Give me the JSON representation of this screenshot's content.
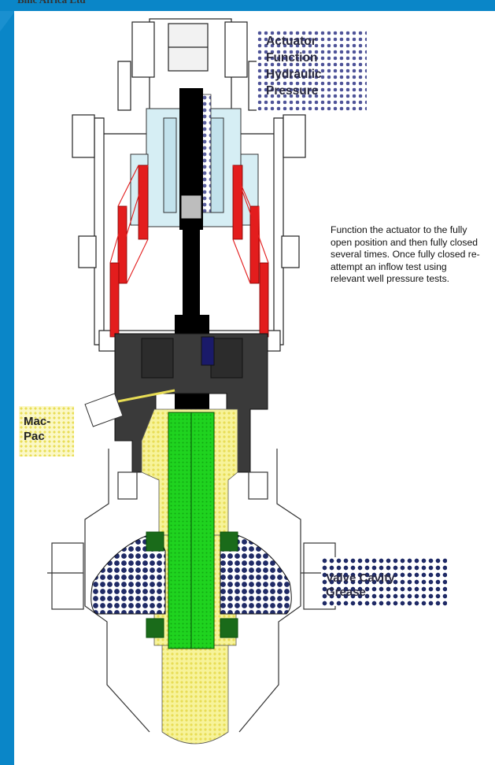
{
  "header": {
    "company_text": "Bmc Africa Ltd"
  },
  "labels": {
    "actuator": [
      "Actuator",
      "Function",
      "Hydraulic",
      "Pressure"
    ],
    "mac_pac": [
      "Mac-",
      "Pac"
    ],
    "valve_cavity": [
      "Valve Cavity",
      "Grease"
    ]
  },
  "instruction": "Function the actuator to the fully open position and then fully closed several times. Once fully closed re-attempt an inflow test using relevant well pressure tests.",
  "colors": {
    "frame_blue": "#0a86c8",
    "spring_red": "#e31d1d",
    "stem_black": "#000000",
    "body_gray": "#3a3a3a",
    "gate_green": "#19d219",
    "packing_yellow": "#f6f18a",
    "grease_navy": "#1f2a66",
    "bonnet_light_blue": "#d6eef4"
  }
}
